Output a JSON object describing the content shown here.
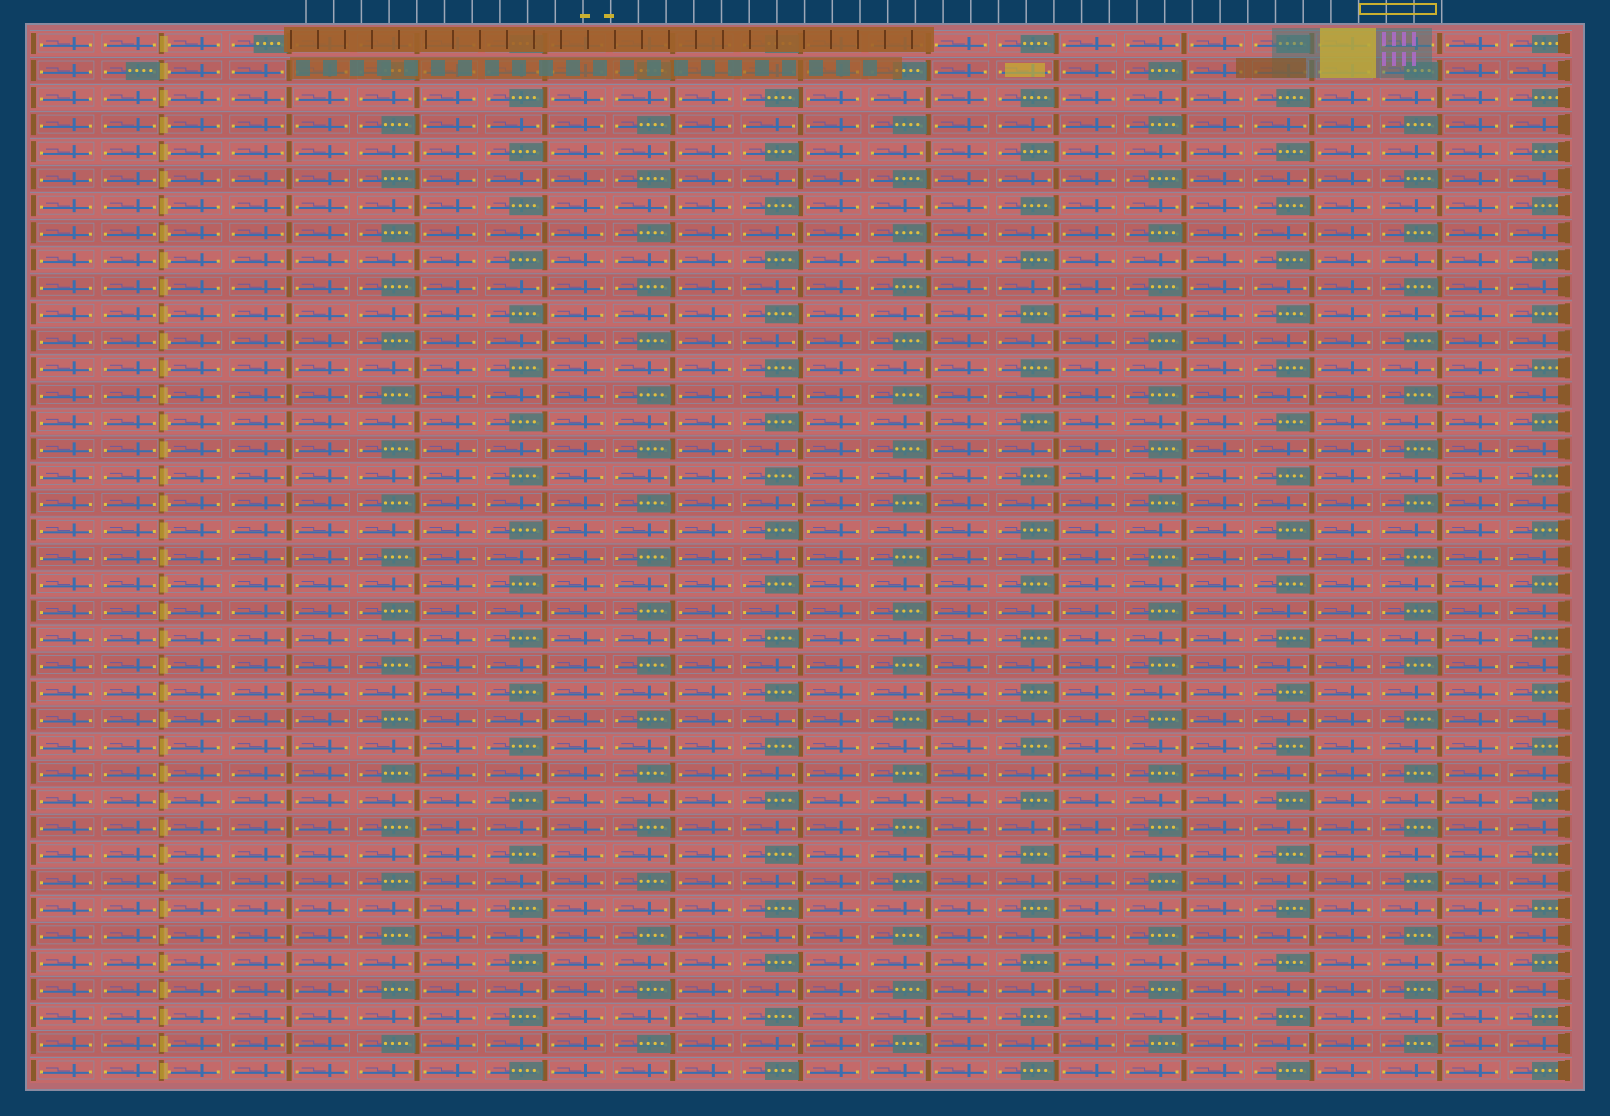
{
  "view": {
    "kind": "ic-layout",
    "description_shown_text": ""
  },
  "layout_grid": {
    "columns": 12,
    "rows": 39,
    "cells_per_group": 2,
    "special_rows": 2,
    "tap_pins_top_count": 42,
    "io_pins_top_right_count": 6
  },
  "layers": {
    "background": "#0d3f63",
    "die_outline": "#8a8aa0",
    "cell_fill": "#c46a6a",
    "cell_fill_alt": "#b86262",
    "metal1": "#3a6fb0",
    "metal2": "#6a5aa0",
    "poly": "#9a4f3a",
    "via": "#e0c040",
    "well": "#4d7a7a",
    "tap_brown": "#8a5a2a",
    "buffer_bank": "#a0622a",
    "logic_yellow": "#c8b030",
    "pin": "#9ea8b8"
  }
}
